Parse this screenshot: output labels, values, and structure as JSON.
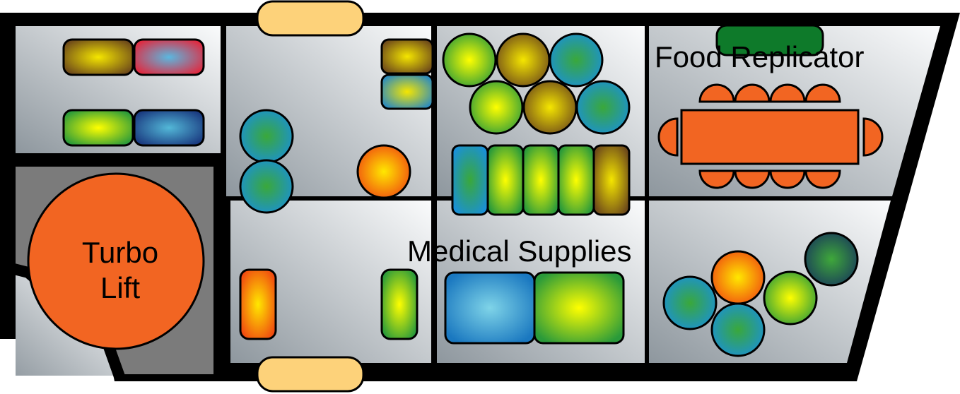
{
  "labels": {
    "turbo_lift_line1": "Turbo",
    "turbo_lift_line2": "Lift",
    "food_replicator": "Food Replicator",
    "medical_supplies": "Medical Supplies"
  },
  "colors": {
    "hull": "#000000",
    "floor_light": "#f6f7f8",
    "floor_dark": "#9aa3aa",
    "lift_shaft": "#7a7a7a",
    "accent_orange": "#f26522",
    "door": "#fdd27a",
    "replicator_green": "#0e7a2a"
  }
}
